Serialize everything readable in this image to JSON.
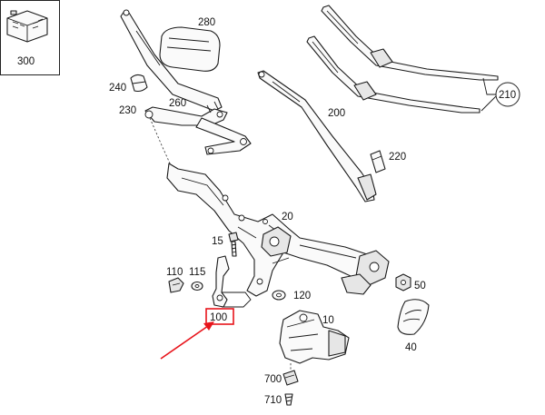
{
  "callouts": {
    "p300": "300",
    "p280": "280",
    "p240": "240",
    "p260": "260",
    "p230": "230",
    "p200": "200",
    "p210": "210",
    "p220": "220",
    "p20": "20",
    "p15": "15",
    "p110": "110",
    "p115": "115",
    "p120": "120",
    "p100": "100",
    "p10": "10",
    "p50": "50",
    "p40": "40",
    "p700": "700",
    "p710": "710"
  },
  "colors": {
    "highlight": "#e8141b",
    "line": "#1a1a1a"
  }
}
